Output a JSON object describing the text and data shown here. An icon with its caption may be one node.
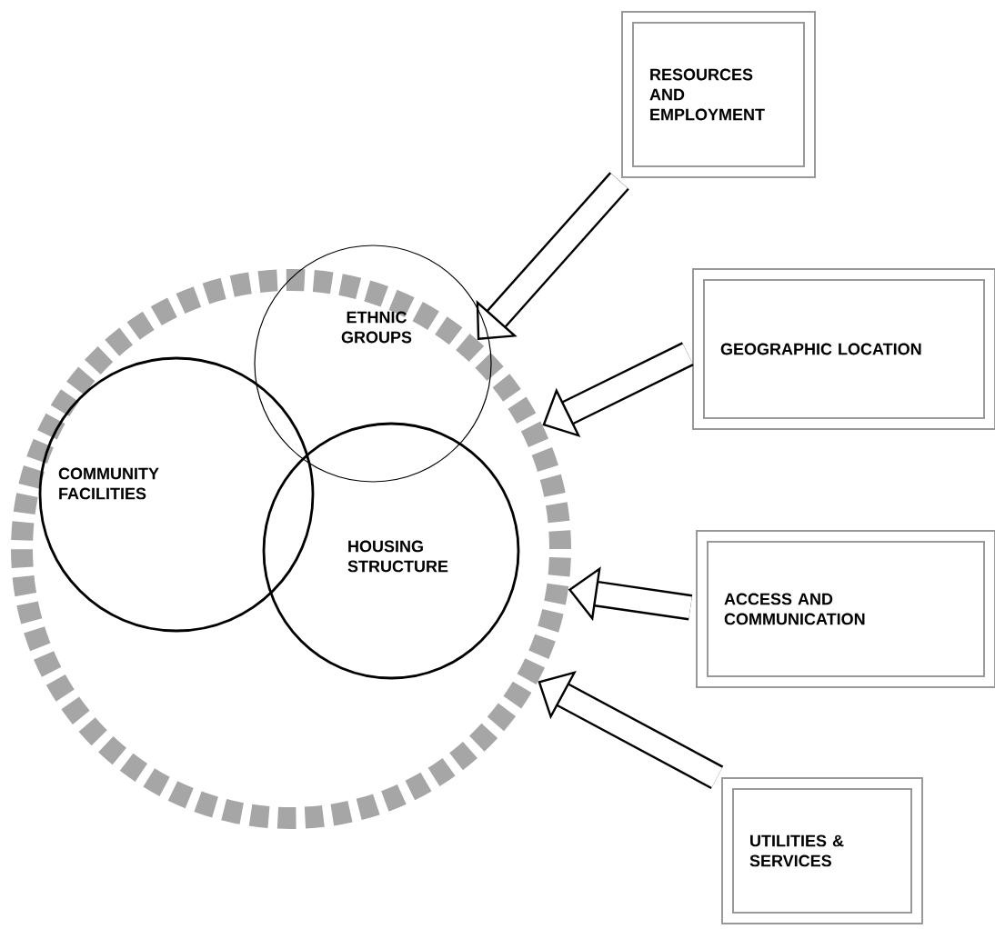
{
  "diagram": {
    "nodes": [
      {
        "text": [],
        "shape": "circle"
      },
      {
        "text": [
          "ETHNIC GROUPS"
        ],
        "in": 0
      },
      {
        "text": [
          "COMMUNITY FACILITIES"
        ],
        "in": 0
      },
      {
        "text": [
          "HOUSING STRUCTURE"
        ],
        "in": 0
      },
      {
        "text": [
          "RESOURCES AND EMPLOYMENT"
        ]
      },
      {
        "text": [
          "GEOGRAPHIC LOCATION"
        ]
      },
      {
        "text": [
          "ACCESS AND COMMUNICATION"
        ]
      },
      {
        "text": [
          "UTILITIES & SERVICES"
        ]
      }
    ],
    "edges": [
      {
        "from": 4,
        "to": 0,
        "arrow": "to"
      },
      {
        "from": 5,
        "to": 0,
        "arrow": "to"
      },
      {
        "from": 6,
        "to": 0,
        "arrow": "to"
      },
      {
        "from": 7,
        "to": 0,
        "arrow": "to"
      }
    ]
  }
}
